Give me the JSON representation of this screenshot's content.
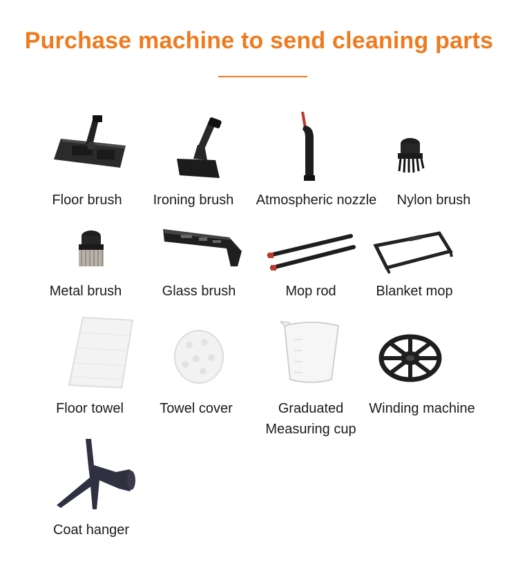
{
  "header": {
    "title": "Purchase machine to send cleaning parts"
  },
  "parts": [
    {
      "label": "Floor brush",
      "icon": "floor-brush-icon"
    },
    {
      "label": "Ironing brush",
      "icon": "ironing-brush-icon"
    },
    {
      "label": "Atmospheric nozzle",
      "icon": "nozzle-icon"
    },
    {
      "label": "Nylon brush",
      "icon": "nylon-brush-icon"
    },
    {
      "label": "Metal brush",
      "icon": "metal-brush-icon"
    },
    {
      "label": "Glass brush",
      "icon": "glass-brush-icon"
    },
    {
      "label": "Mop rod",
      "icon": "mop-rod-icon"
    },
    {
      "label": "Blanket mop",
      "icon": "blanket-mop-icon"
    },
    {
      "label": "Floor towel",
      "icon": "floor-towel-icon"
    },
    {
      "label": "Towel cover",
      "icon": "towel-cover-icon"
    },
    {
      "label": "Graduated",
      "label2": "Measuring cup",
      "icon": "measuring-cup-icon"
    },
    {
      "label": "Winding machine",
      "icon": "winding-machine-icon"
    },
    {
      "label": "Coat hanger",
      "icon": "coat-hanger-icon"
    }
  ],
  "colors": {
    "accent": "#f07a1e",
    "product_dark": "#1f1f1f"
  }
}
